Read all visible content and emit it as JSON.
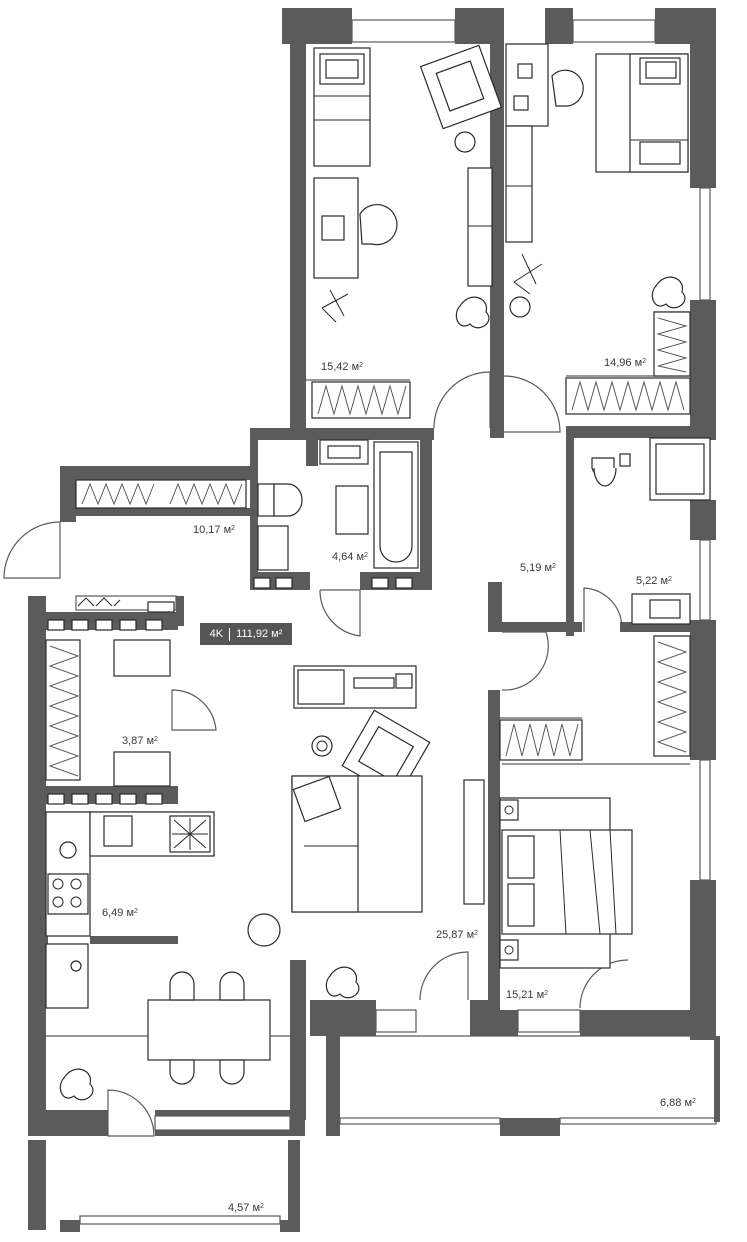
{
  "plan": {
    "badge": {
      "rooms": "4K",
      "total_area": "111,92",
      "unit": "м²"
    },
    "rooms": [
      {
        "id": "bedroom-1",
        "value": "15,42",
        "unit": "м"
      },
      {
        "id": "bedroom-2",
        "value": "14,96",
        "unit": "м"
      },
      {
        "id": "hall",
        "value": "10,17",
        "unit": "м"
      },
      {
        "id": "bathroom",
        "value": "4,64",
        "unit": "м"
      },
      {
        "id": "corridor",
        "value": "5,19",
        "unit": "м"
      },
      {
        "id": "shower-room",
        "value": "5,22",
        "unit": "м"
      },
      {
        "id": "wardrobe",
        "value": "3,87",
        "unit": "м"
      },
      {
        "id": "kitchen",
        "value": "6,49",
        "unit": "м"
      },
      {
        "id": "living-room",
        "value": "25,87",
        "unit": "м"
      },
      {
        "id": "bedroom-3",
        "value": "15,21",
        "unit": "м"
      },
      {
        "id": "loggia-right",
        "value": "6,88",
        "unit": "м"
      },
      {
        "id": "loggia-left",
        "value": "4,57",
        "unit": "м"
      }
    ],
    "exponent": "2"
  },
  "colors": {
    "wall": "#5b5b5b",
    "badge_bg": "#555555",
    "badge_text": "#ffffff",
    "furniture_line": "#2a2a2a"
  }
}
